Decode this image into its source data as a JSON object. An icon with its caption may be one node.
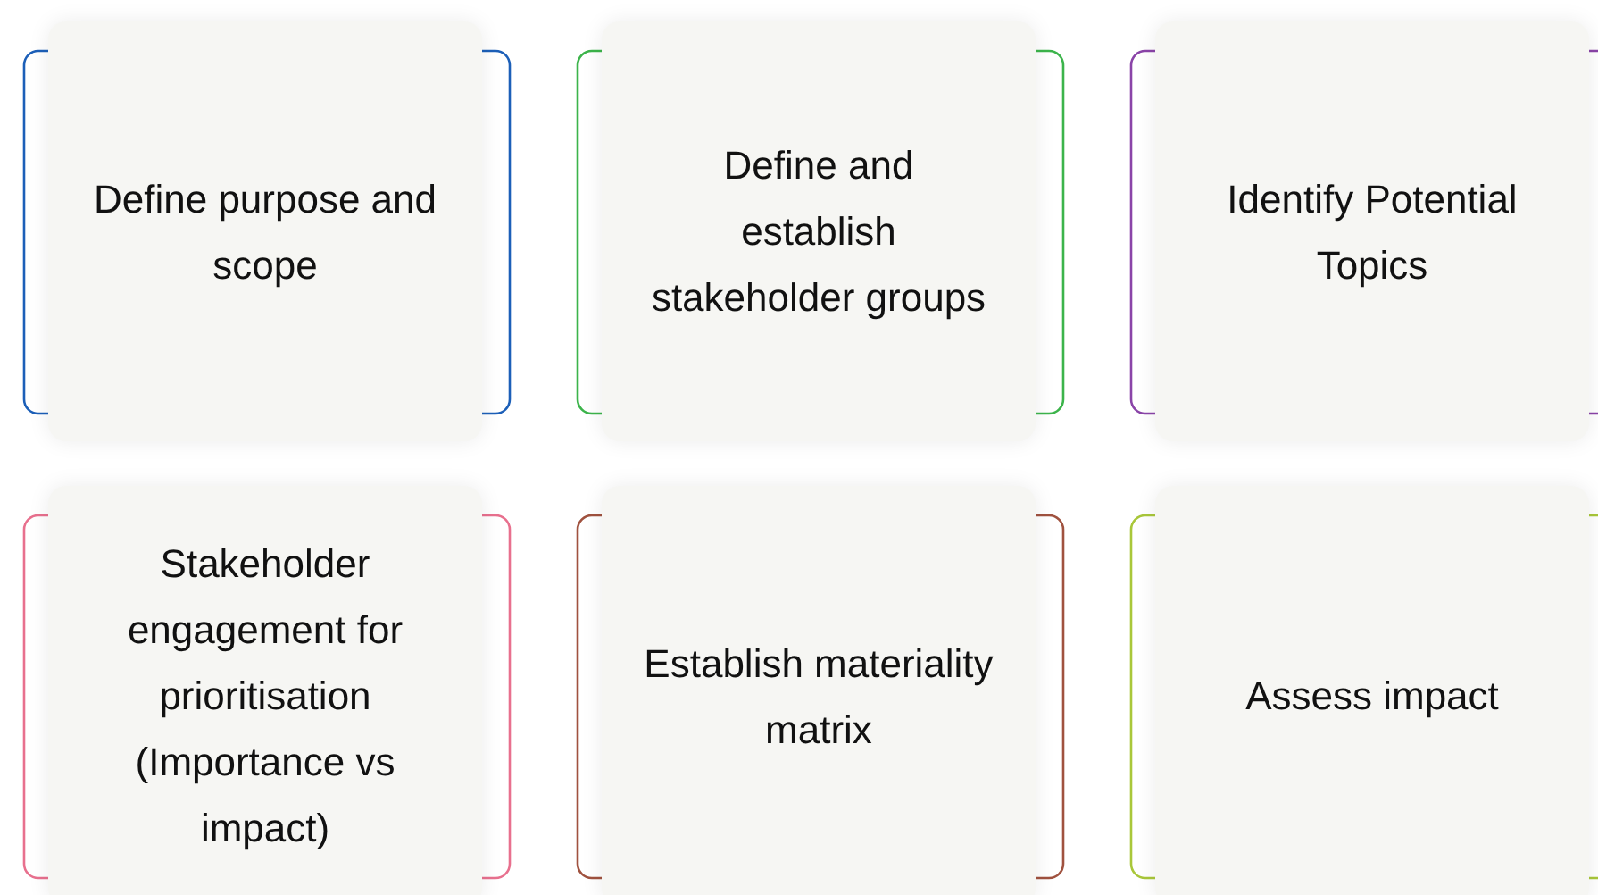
{
  "diagram": {
    "nodes": [
      {
        "text": [
          "Define purpose and scope"
        ]
      },
      {
        "text": [
          "Define and establish stakeholder groups"
        ]
      },
      {
        "text": [
          "Identify Potential Topics"
        ]
      },
      {
        "text": [
          "Stakeholder engagement for prioritisation (Importance vs impact)"
        ]
      },
      {
        "text": [
          "Establish materiality matrix"
        ]
      },
      {
        "text": [
          "Assess impact"
        ]
      }
    ]
  }
}
